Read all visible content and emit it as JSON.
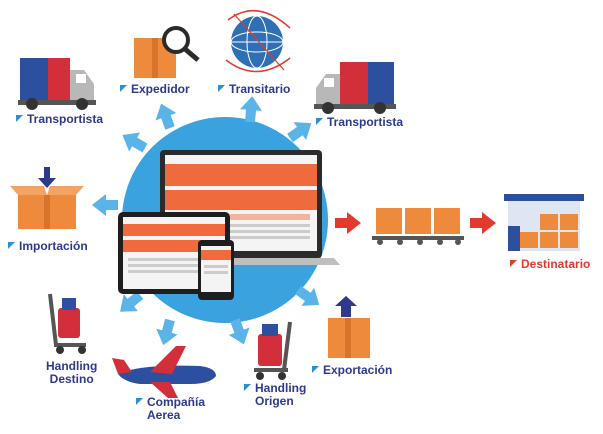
{
  "colors": {
    "hub": "#3aa3df",
    "arrow_blue": "#5bb4e8",
    "arrow_red": "#e23a2e",
    "label_blue": "#2d3a8c",
    "label_red": "#e23a2e",
    "box": "#ee8a3c",
    "truck_blue": "#2c4fa0",
    "truck_red": "#d32f3a"
  },
  "nodes": {
    "transportista_left": {
      "label": "Transportista",
      "icon": "truck-icon"
    },
    "expedidor": {
      "label": "Expedidor",
      "icon": "package-magnifier-icon"
    },
    "transitario": {
      "label": "Transitario",
      "icon": "globe-network-icon"
    },
    "transportista_right": {
      "label": "Transportista",
      "icon": "truck-icon"
    },
    "importacion": {
      "label": "Importación",
      "icon": "box-inbound-icon"
    },
    "destinatario": {
      "label": "Destinatario",
      "icon": "warehouse-icon"
    },
    "handling_destino": {
      "line1": "Handling",
      "line2": "Destino",
      "icon": "luggage-cart-icon"
    },
    "compania_aerea": {
      "line1": "Compañía",
      "line2": "Aerea",
      "icon": "airplane-icon"
    },
    "handling_origen": {
      "line1": "Handling",
      "line2": "Origen",
      "icon": "luggage-cart-icon"
    },
    "exportacion": {
      "label": "Exportación",
      "icon": "box-outbound-icon"
    },
    "hub": {
      "icon": "multi-device-screens-icon"
    },
    "pallet": {
      "icon": "conveyor-boxes-icon"
    }
  }
}
